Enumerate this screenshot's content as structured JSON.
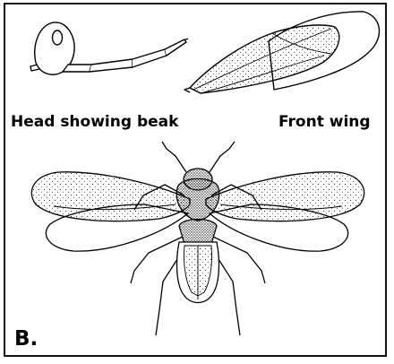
{
  "labels": {
    "head": "Head showing beak",
    "wing": "Front wing",
    "panel": "B."
  },
  "colors": {
    "ink": "#000000",
    "background": "#ffffff"
  }
}
